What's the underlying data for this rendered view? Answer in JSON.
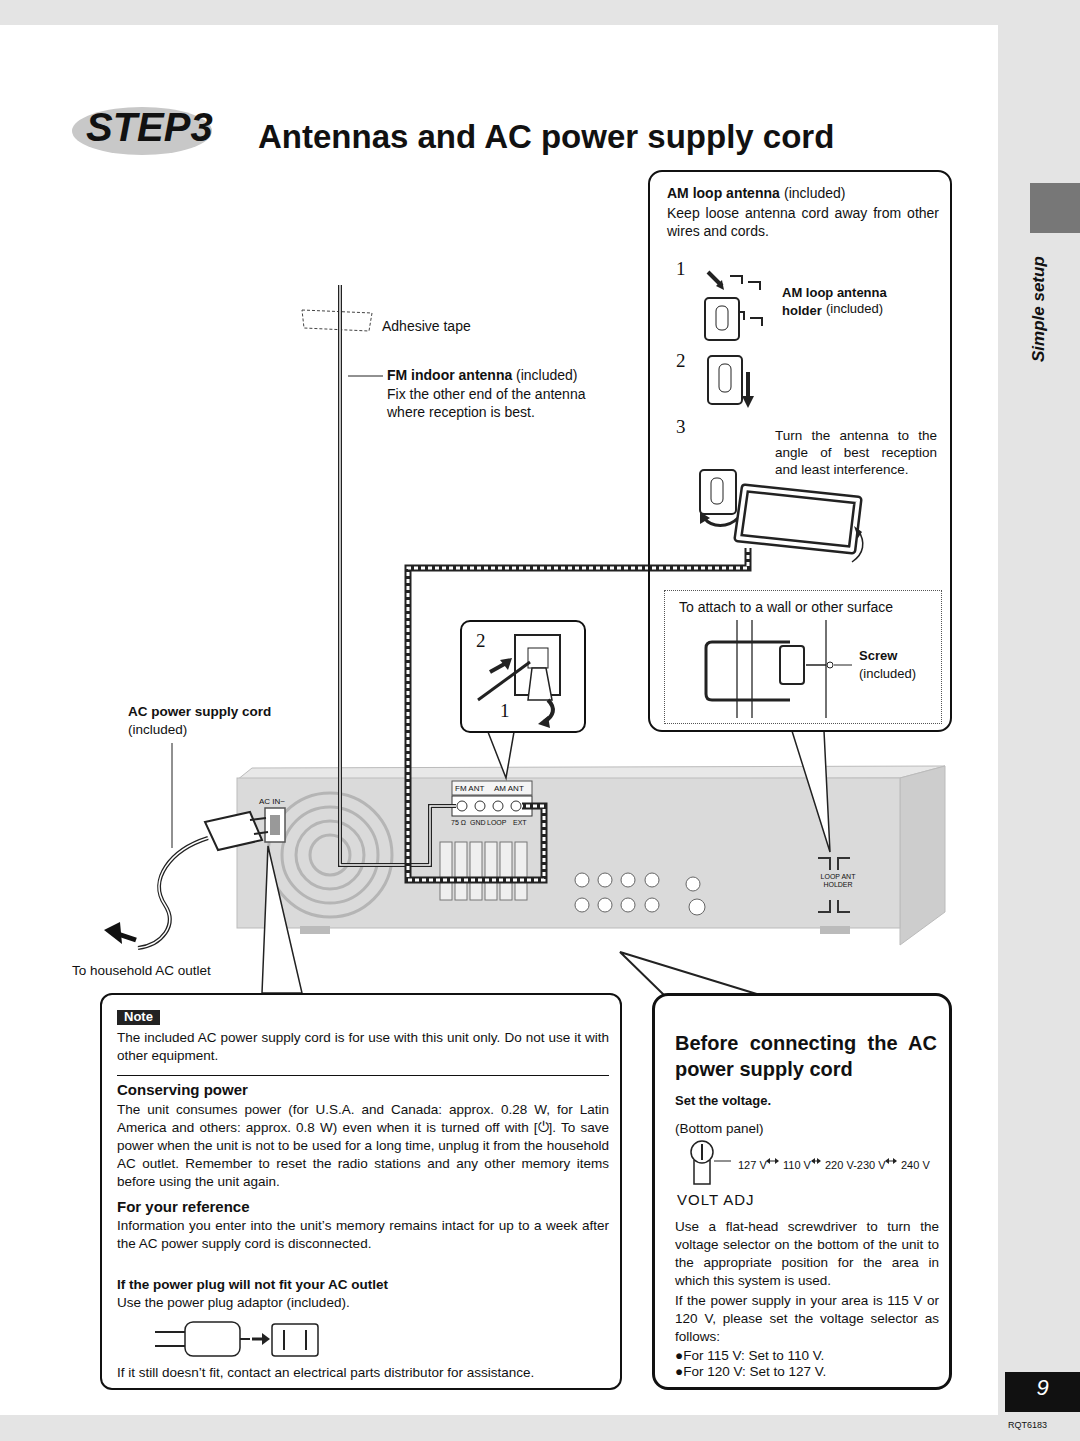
{
  "diagram": {
    "title": "Antennas and AC power supply cord",
    "nodes": [
      {
        "text": [
          "AM loop antenna",
          "(included)",
          "Keep loose antenna cord away from other wires and cords.",
          "1",
          "AM loop antenna holder",
          "(included)",
          "2",
          "3",
          "Turn the antenna to the angle of best reception and least interference."
        ]
      },
      {
        "text": [
          "To attach to a wall or other surface",
          "Screw",
          "(included)"
        ],
        "in": 0
      },
      {
        "text": [
          "2",
          "1"
        ]
      },
      {
        "text": [
          "Note",
          "The included AC power supply cord is for use with this unit only. Do not use it with other equipment.",
          "Conserving power",
          "The unit consumes power (for U.S.A. and Canada: approx. 0.28 W, for Latin America and others: approx. 0.8 W) even when it is turned off with [⏻]. To save power when the unit is not to be used for a long time, unplug it from the household AC outlet. Remember to reset the radio stations and any other memory items before using the unit again.",
          "For your reference",
          "Information you enter into the unit’s memory remains intact for up to a week after the AC power supply cord is disconnected.",
          "If the power plug will not fit your AC outlet",
          "Use the power plug adaptor (included).",
          "If it still doesn’t fit, contact an electrical parts distributor for assistance."
        ]
      },
      {
        "text": [
          "Before connecting the AC power supply cord",
          "Set the voltage.",
          "(Bottom panel)",
          "127 V",
          "110 V",
          "220 V-230 V",
          "240 V",
          "VOLT ADJ",
          "Use a flat-head screwdriver to turn the voltage selector on the bottom of the unit to the appropriate position for the area in which this system is used.",
          "If the power supply in your area is 115 V or 120 V, please set the voltage selector as follows:",
          "●For 115 V: Set to 110 V.",
          "●For 120 V: Set to 127 V."
        ]
      }
    ],
    "labels": [
      "STEP3",
      "Simple setup",
      "Adhesive tape",
      "FM indoor antenna",
      "(included)",
      "Fix the other end of the antenna where reception is best.",
      "AC power supply cord",
      "(included)",
      "To household AC outlet",
      "AC IN~",
      "FM ANT",
      "AM ANT",
      "75 Ω",
      "GND",
      "LOOP",
      "EXT",
      "LOOP ANT HOLDER",
      "9",
      "RQT6183"
    ]
  }
}
